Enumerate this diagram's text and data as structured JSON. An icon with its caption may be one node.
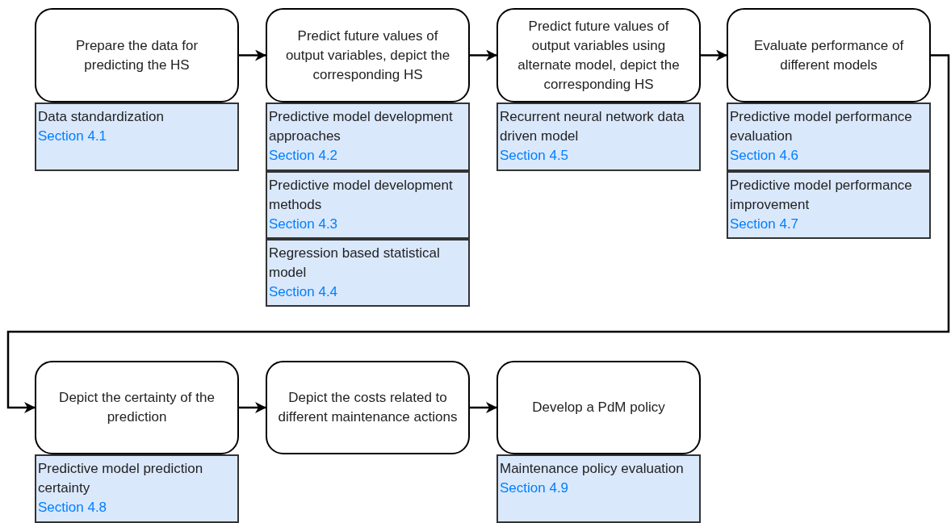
{
  "diagram": {
    "nodes": [
      {
        "text": [
          "Prepare the data for predicting the HS"
        ]
      },
      {
        "text": [
          "Data standardization",
          "Section 4.1"
        ]
      },
      {
        "text": [
          "Predict future values of output variables, depict the corresponding HS"
        ]
      },
      {
        "text": [
          "Predictive model development approaches",
          "Section 4.2"
        ]
      },
      {
        "text": [
          "Predictive model development methods",
          "Section 4.3"
        ]
      },
      {
        "text": [
          "Regression based statistical model",
          "Section 4.4"
        ]
      },
      {
        "text": [
          "Predict future values of output variables using alternate model, depict the corresponding HS"
        ]
      },
      {
        "text": [
          "Recurrent neural network data driven model",
          "Section 4.5"
        ]
      },
      {
        "text": [
          "Evaluate performance of different models"
        ]
      },
      {
        "text": [
          "Predictive model performance evaluation",
          "Section 4.6"
        ]
      },
      {
        "text": [
          "Predictive model performance improvement",
          "Section 4.7"
        ]
      },
      {
        "text": [
          "Depict the certainty of the prediction"
        ]
      },
      {
        "text": [
          "Predictive model prediction certainty",
          "Section 4.8"
        ]
      },
      {
        "text": [
          "Depict the costs related to different maintenance actions"
        ]
      },
      {
        "text": [
          "Develop a PdM policy"
        ]
      },
      {
        "text": [
          "Maintenance policy evaluation",
          "Section 4.9"
        ]
      }
    ],
    "edges": [
      {
        "from": 0,
        "to": 2,
        "arrow": "to"
      },
      {
        "from": 2,
        "to": 6,
        "arrow": "to"
      },
      {
        "from": 6,
        "to": 8,
        "arrow": "to"
      },
      {
        "from": 8,
        "to": 11,
        "arrow": "to"
      },
      {
        "from": 11,
        "to": 13,
        "arrow": "to"
      },
      {
        "from": 13,
        "to": 14,
        "arrow": "to"
      }
    ]
  }
}
